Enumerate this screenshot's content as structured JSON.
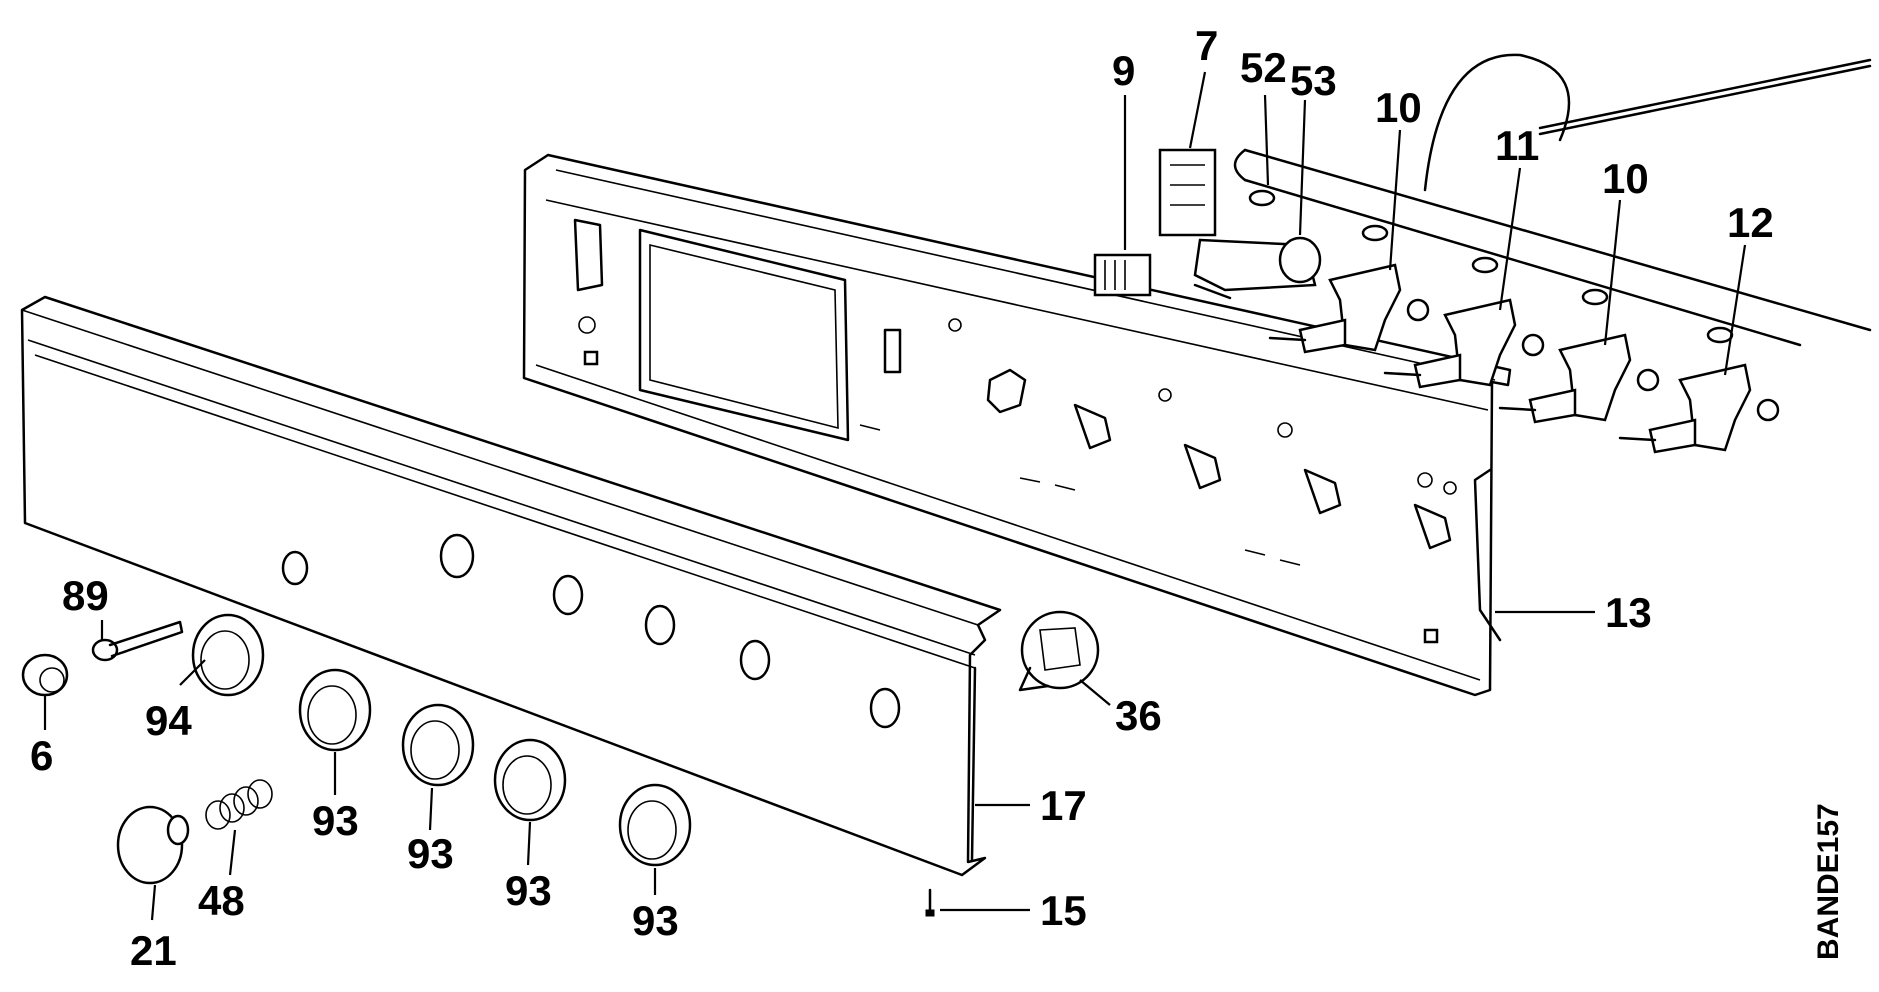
{
  "drawing_code": "BANDE157",
  "labels": {
    "l9": "9",
    "l7": "7",
    "l52": "52",
    "l53": "53",
    "l10a": "10",
    "l11": "11",
    "l10b": "10",
    "l12": "12",
    "l13": "13",
    "l36": "36",
    "l17": "17",
    "l15": "15",
    "l89": "89",
    "l6": "6",
    "l94": "94",
    "l93a": "93",
    "l93b": "93",
    "l93c": "93",
    "l93d": "93",
    "l48": "48",
    "l21": "21"
  }
}
